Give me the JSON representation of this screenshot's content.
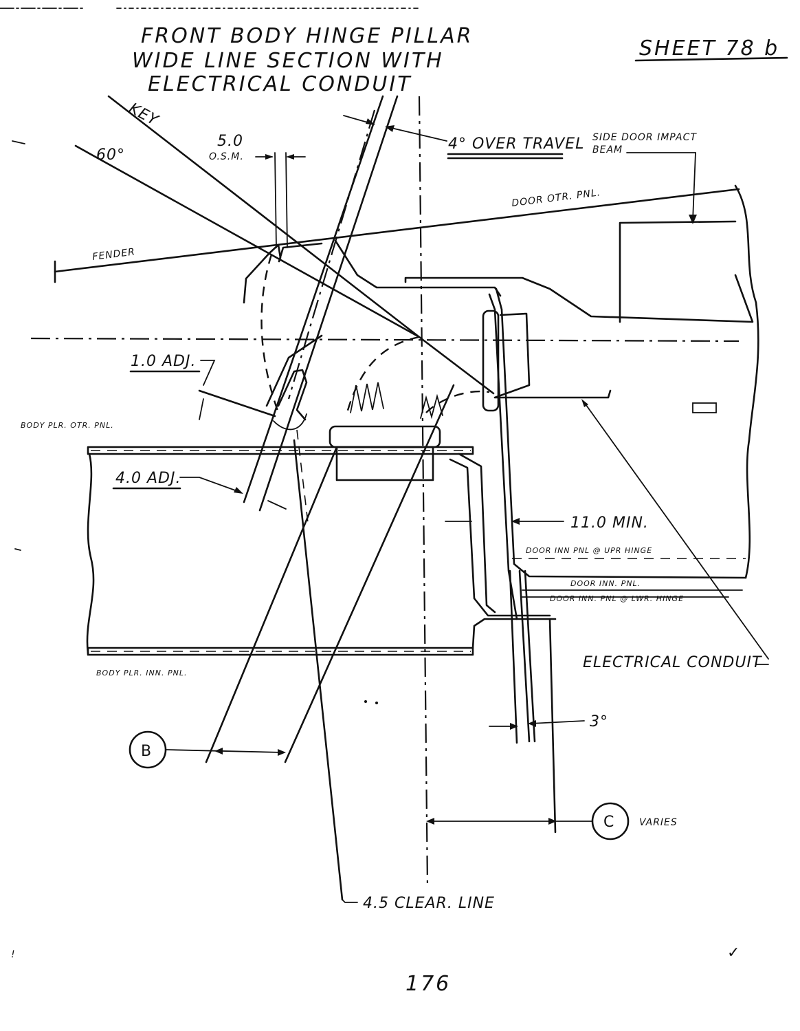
{
  "title": {
    "line1": "FRONT BODY HINGE PILLAR",
    "line2": "WIDE LINE SECTION WITH",
    "line3": "ELECTRICAL CONDUIT"
  },
  "sheet_label": "SHEET 78 b",
  "labels": {
    "key": "KEY",
    "sixty": "60°",
    "dim_50": "5.0",
    "osm": "O.S.M.",
    "over_travel": "4° OVER TRAVEL",
    "impact_beam_1": "SIDE DOOR IMPACT",
    "impact_beam_2": "BEAM",
    "door_otr_pnl": "DOOR OTR. PNL.",
    "fender": "FENDER",
    "adj_10": "1.0 ADJ.",
    "body_plr_otr": "BODY PLR. OTR. PNL.",
    "adj_40": "4.0 ADJ.",
    "min_110": "11.0 MIN.",
    "door_inn_upr": "DOOR INN PNL @ UPR HINGE",
    "door_inn": "DOOR INN. PNL.",
    "door_inn_lwr": "DOOR INN. PNL @ LWR. HINGE",
    "electrical_conduit": "ELECTRICAL CONDUIT",
    "body_plr_inn": "BODY PLR. INN. PNL.",
    "three_deg": "3°",
    "callout_b": "B",
    "callout_c": "C",
    "varies": "VARIES",
    "clear_line": "4.5 CLEAR. LINE",
    "page_number": "176",
    "check": "✓"
  }
}
